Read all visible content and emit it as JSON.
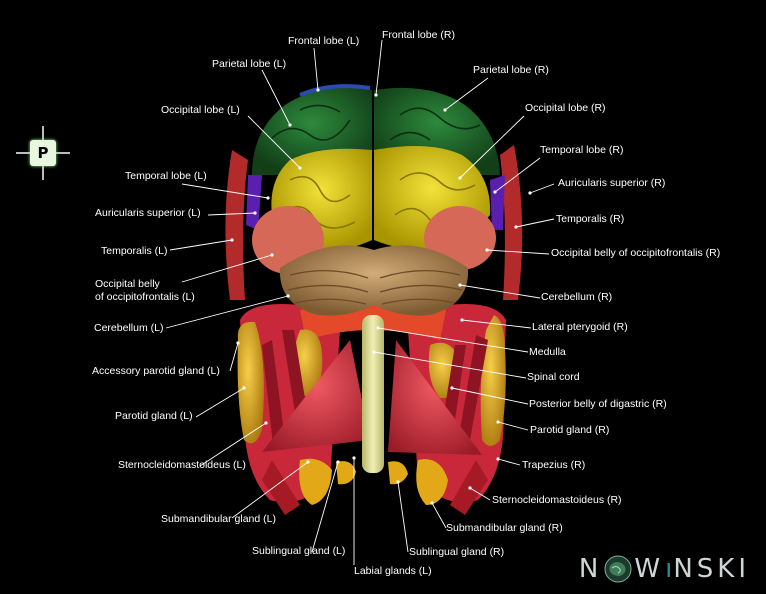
{
  "view": {
    "orientation_letter": "P"
  },
  "labels": {
    "frontal_lobe_l": "Frontal lobe (L)",
    "frontal_lobe_r": "Frontal lobe (R)",
    "parietal_lobe_l": "Parietal lobe (L)",
    "parietal_lobe_r": "Parietal lobe (R)",
    "occipital_lobe_l": "Occipital lobe (L)",
    "occipital_lobe_r": "Occipital lobe (R)",
    "temporal_lobe_l": "Temporal lobe (L)",
    "temporal_lobe_r": "Temporal lobe (R)",
    "auricularis_superior_l": "Auricularis superior (L)",
    "auricularis_superior_r": "Auricularis superior (R)",
    "temporalis_l": "Temporalis (L)",
    "temporalis_r": "Temporalis (R)",
    "occipital_belly_l_line1": "Occipital belly",
    "occipital_belly_l_line2": "of occipitofrontalis (L)",
    "occipital_belly_r": "Occipital belly of occipitofrontalis (R)",
    "cerebellum_l": "Cerebellum (L)",
    "cerebellum_r": "Cerebellum (R)",
    "lateral_pterygoid_r": "Lateral pterygoid (R)",
    "medulla": "Medulla",
    "accessory_parotid_l": "Accessory parotid gland (L)",
    "spinal_cord": "Spinal cord",
    "posterior_belly_digastric_r": "Posterior belly of digastric (R)",
    "parotid_gland_l": "Parotid gland (L)",
    "parotid_gland_r": "Parotid gland (R)",
    "trapezius_r": "Trapezius (R)",
    "sternocleidomastoideus_l": "Sternocleidomastoideus (L)",
    "sternocleidomastoideus_r": "Sternocleidomastoideus (R)",
    "submandibular_gland_l": "Submandibular gland (L)",
    "submandibular_gland_r": "Submandibular gland (R)",
    "sublingual_gland_l": "Sublingual gland (L)",
    "sublingual_gland_r": "Sublingual gland (R)",
    "labial_glands_l": "Labial glands (L)"
  },
  "watermark": {
    "text_left": "N",
    "text_right": "W",
    "text_tail": "NSKI"
  },
  "colors": {
    "background": "#000000",
    "frontal": "#1f6b3a",
    "parietal": "#1b5e23",
    "occipital": "#d8c400",
    "temporal": "#5520a0",
    "cerebellum": "#b08a57",
    "muscle": "#d6303a",
    "muscle_dark": "#8e1424",
    "gland": "#e3b020",
    "sternocleido": "#e0324a",
    "spinal_cord": "#e6e49a",
    "occipital_belly": "#d66858"
  }
}
